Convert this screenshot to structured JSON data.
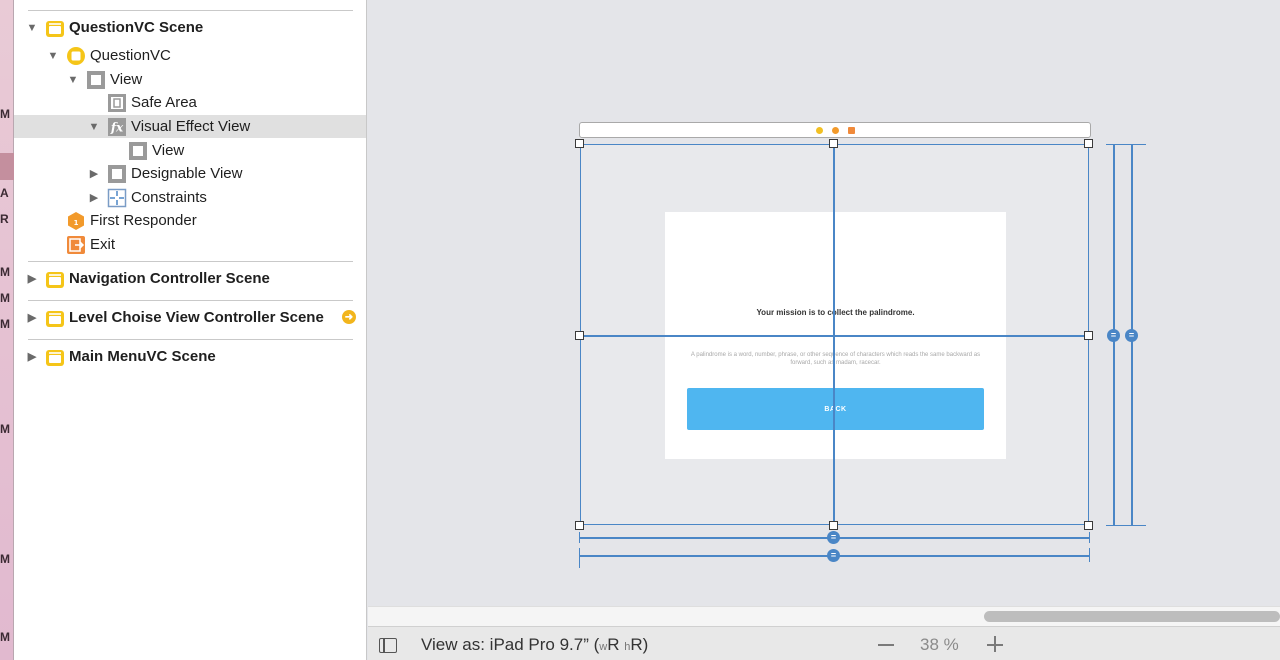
{
  "left_strip": {
    "glyphs": [
      "M",
      "A",
      "R",
      "M",
      "M",
      "M",
      "M",
      "M",
      "M"
    ]
  },
  "outline": {
    "rows": [
      {
        "label": "QuestionVC Scene",
        "icon": "scene-icon",
        "disclosure": "expanded",
        "level": 0,
        "bold": true
      },
      {
        "label": "QuestionVC",
        "icon": "view-controller-icon",
        "disclosure": "expanded",
        "level": 1
      },
      {
        "label": "View",
        "icon": "view-icon",
        "disclosure": "expanded",
        "level": 2
      },
      {
        "label": "Safe Area",
        "icon": "safe-area-icon",
        "disclosure": "none",
        "level": 3
      },
      {
        "label": "Visual Effect View",
        "icon": "visual-effect-icon",
        "disclosure": "expanded",
        "level": 3,
        "selected": true
      },
      {
        "label": "View",
        "icon": "view-icon",
        "disclosure": "none",
        "level": 4
      },
      {
        "label": "Designable View",
        "icon": "view-icon",
        "disclosure": "collapsed",
        "level": 3
      },
      {
        "label": "Constraints",
        "icon": "constraints-icon",
        "disclosure": "collapsed",
        "level": 3
      },
      {
        "label": "First Responder",
        "icon": "first-responder-icon",
        "disclosure": "none",
        "level": 1
      },
      {
        "label": "Exit",
        "icon": "exit-icon",
        "disclosure": "none",
        "level": 1
      }
    ],
    "scenes": [
      {
        "label": "Navigation Controller Scene",
        "icon": "scene-icon",
        "disclosure": "collapsed"
      },
      {
        "label": "Level Choise View Controller Scene",
        "icon": "scene-icon",
        "disclosure": "collapsed",
        "has_arrow": true
      },
      {
        "label": "Main MenuVC Scene",
        "icon": "scene-icon",
        "disclosure": "collapsed"
      }
    ]
  },
  "canvas": {
    "mission_text": "Your mission is to collect the palindrome.",
    "description_text": "A palindrome is a word, number, phrase, or other sequence of characters which reads the same backward as forward, such as madam, racecar.",
    "back_button": "BACK",
    "dock_colors": [
      "#f2b51c",
      "#f29a2b",
      "#f08a3a"
    ],
    "accent": "#4fb6f0",
    "guide_color": "#4a86c6"
  },
  "bottom_bar": {
    "view_as_prefix": "View as: iPad Pro 9.7” (",
    "w_small": "w",
    "w_class": "R",
    "h_small": "h",
    "h_class": "R",
    "suffix": ")",
    "zoom": "38 %"
  }
}
